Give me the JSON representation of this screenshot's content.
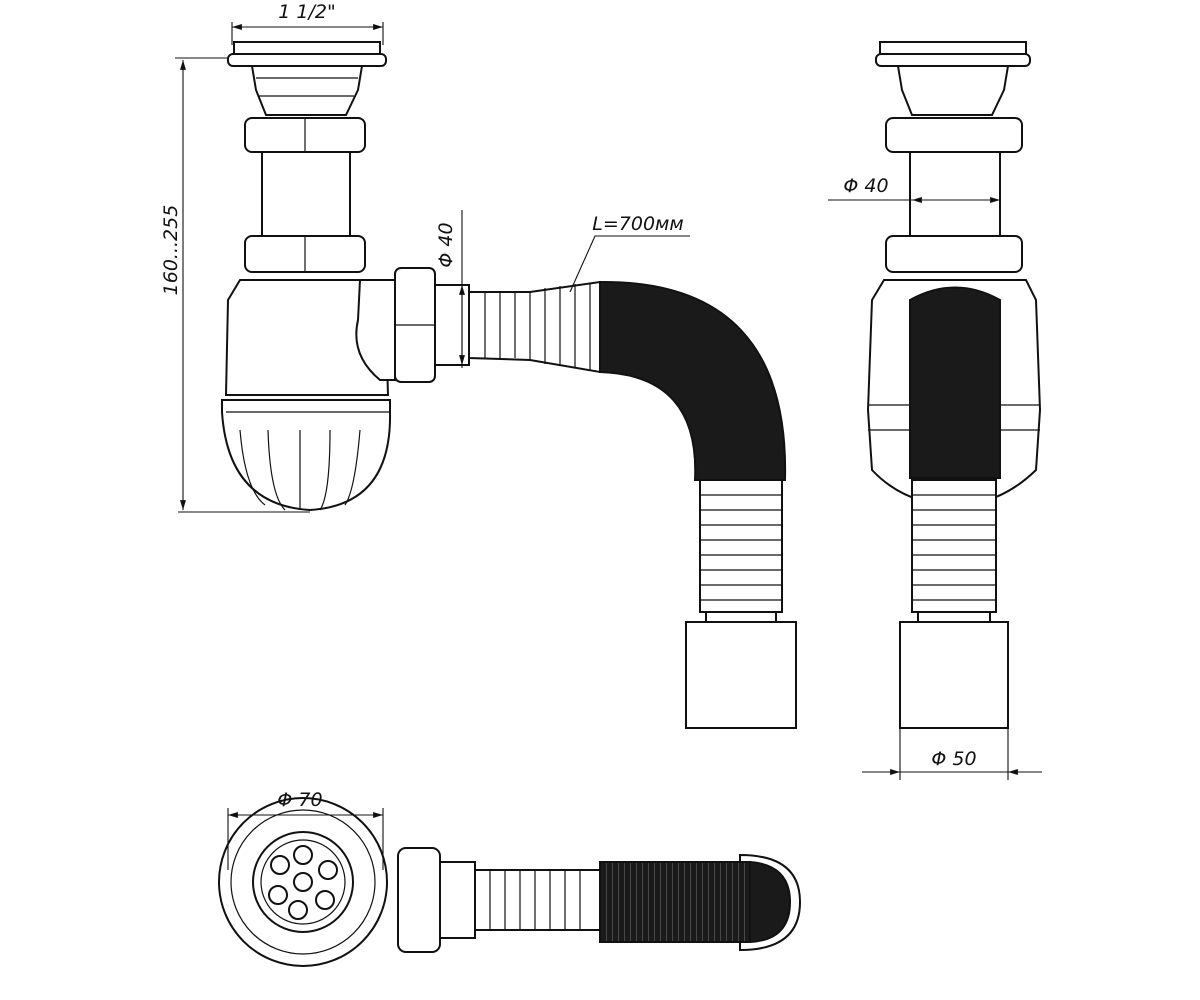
{
  "drawing": {
    "front_view": {
      "top_width_label": "1 1/2\"",
      "height_label": "160...255",
      "outlet_diameter_label": "Φ 40",
      "hose_length_label": "L=700мм"
    },
    "side_view": {
      "pipe_diameter_label": "Φ 40",
      "outlet_diameter_label": "Φ 50"
    },
    "bottom_view": {
      "grate_diameter_label": "Φ 70"
    }
  }
}
